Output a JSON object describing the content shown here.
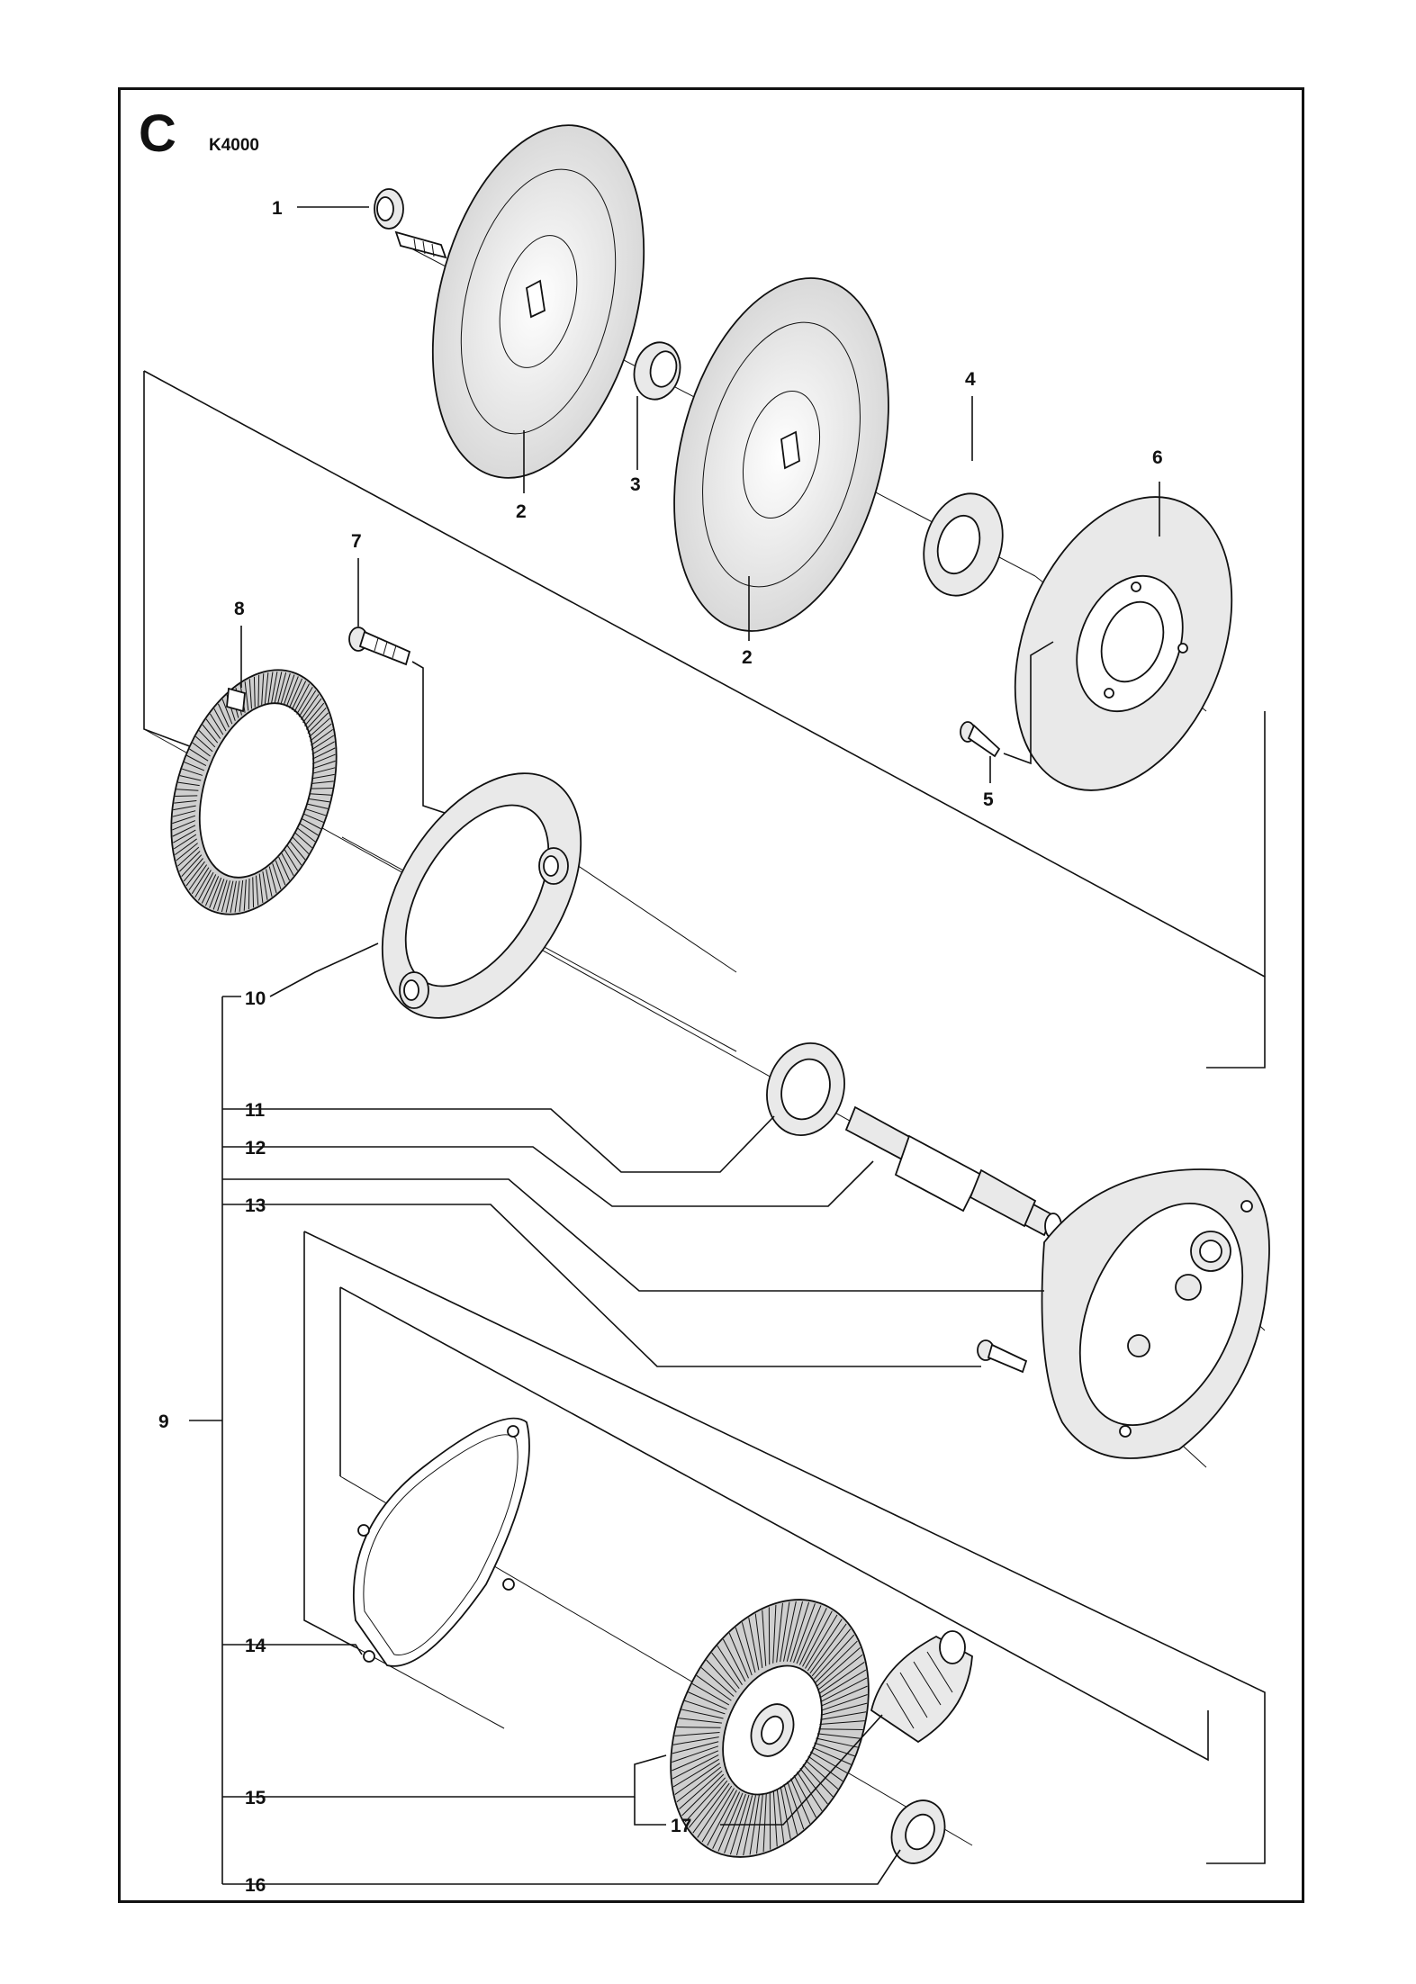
{
  "section": {
    "letter": "C",
    "model": "K4000"
  },
  "callouts": [
    {
      "id": "c1",
      "number": "1"
    },
    {
      "id": "c2a",
      "number": "2"
    },
    {
      "id": "c3",
      "number": "3"
    },
    {
      "id": "c2b",
      "number": "2"
    },
    {
      "id": "c4",
      "number": "4"
    },
    {
      "id": "c6",
      "number": "6"
    },
    {
      "id": "c7",
      "number": "7"
    },
    {
      "id": "c8",
      "number": "8"
    },
    {
      "id": "c5",
      "number": "5"
    },
    {
      "id": "c10",
      "number": "10"
    },
    {
      "id": "c11",
      "number": "11"
    },
    {
      "id": "c12",
      "number": "12"
    },
    {
      "id": "c13",
      "number": "13"
    },
    {
      "id": "c9",
      "number": "9"
    },
    {
      "id": "c14",
      "number": "14"
    },
    {
      "id": "c15",
      "number": "15"
    },
    {
      "id": "c17",
      "number": "17"
    },
    {
      "id": "c16",
      "number": "16"
    }
  ],
  "colors": {
    "ink": "#111111",
    "part_fill": "#e9e9e9",
    "background": "#ffffff"
  }
}
